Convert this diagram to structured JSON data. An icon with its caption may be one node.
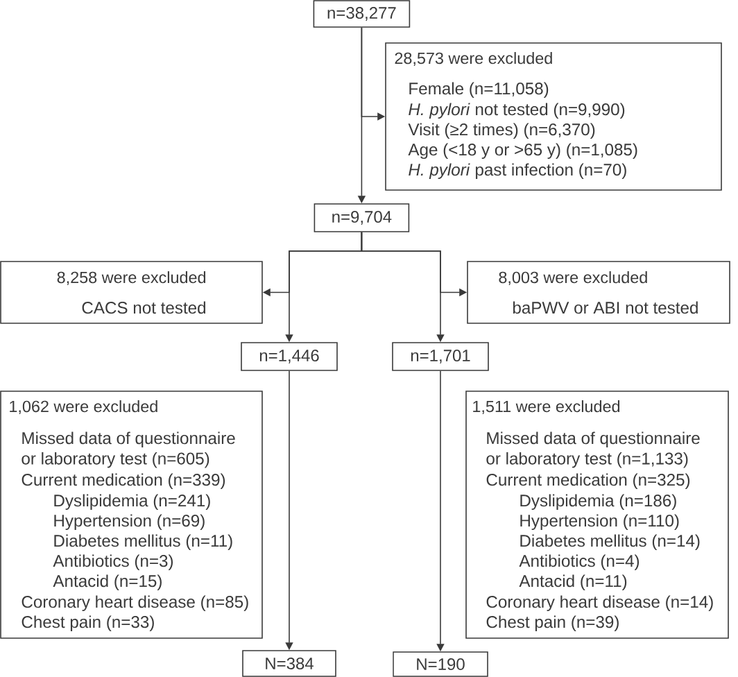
{
  "diagram": {
    "nodes": [
      {
        "text": [
          "n=38,277"
        ]
      },
      {
        "text": [
          "28,573 were excluded",
          "Female (n=11,058)",
          "*H. pylori* not tested (n=9,990)",
          "Visit (≥2 times) (n=6,370)",
          "Age (<18 y or >65 y) (n=1,085)",
          "*H. pylori* past infection (n=70)"
        ]
      },
      {
        "text": [
          "n=9,704"
        ]
      },
      {
        "text": [
          "8,258 were excluded",
          "CACS not tested"
        ]
      },
      {
        "text": [
          "8,003 were excluded",
          "baPWV or ABI not tested"
        ]
      },
      {
        "text": [
          "n=1,446"
        ]
      },
      {
        "text": [
          "n=1,701"
        ]
      },
      {
        "text": [
          "1,062 were excluded",
          "Missed data of questionnaire or laboratory test (n=605)",
          "Current medication (n=339)",
          "Dyslipidemia (n=241)",
          "Hypertension (n=69)",
          "Diabetes mellitus (n=11)",
          "Antibiotics (n=3)",
          "Antacid (n=15)",
          "Coronary heart disease (n=85)",
          "Chest pain (n=33)"
        ]
      },
      {
        "text": [
          "1,511 were excluded",
          "Missed data of questionnaire or laboratory test (n=1,133)",
          "Current medication (n=325)",
          "Dyslipidemia (n=186)",
          "Hypertension (n=110)",
          "Diabetes mellitus (n=14)",
          "Antibiotics (n=4)",
          "Antacid (n=11)",
          "Coronary heart disease (n=14)",
          "Chest pain (n=39)"
        ]
      },
      {
        "text": [
          "N=384"
        ]
      },
      {
        "text": [
          "N=190"
        ]
      }
    ],
    "edges": [
      {
        "from": 0,
        "to": 2,
        "arrow": "to"
      },
      {
        "from": 0,
        "to": 1,
        "arrow": "to"
      },
      {
        "from": 2,
        "to": 3,
        "arrow": "to"
      },
      {
        "from": 2,
        "to": 5,
        "arrow": "to"
      },
      {
        "from": 2,
        "to": 4,
        "arrow": "to"
      },
      {
        "from": 2,
        "to": 6,
        "arrow": "to"
      },
      {
        "from": 5,
        "to": 9,
        "arrow": "to"
      },
      {
        "from": 6,
        "to": 10,
        "arrow": "to"
      }
    ]
  }
}
